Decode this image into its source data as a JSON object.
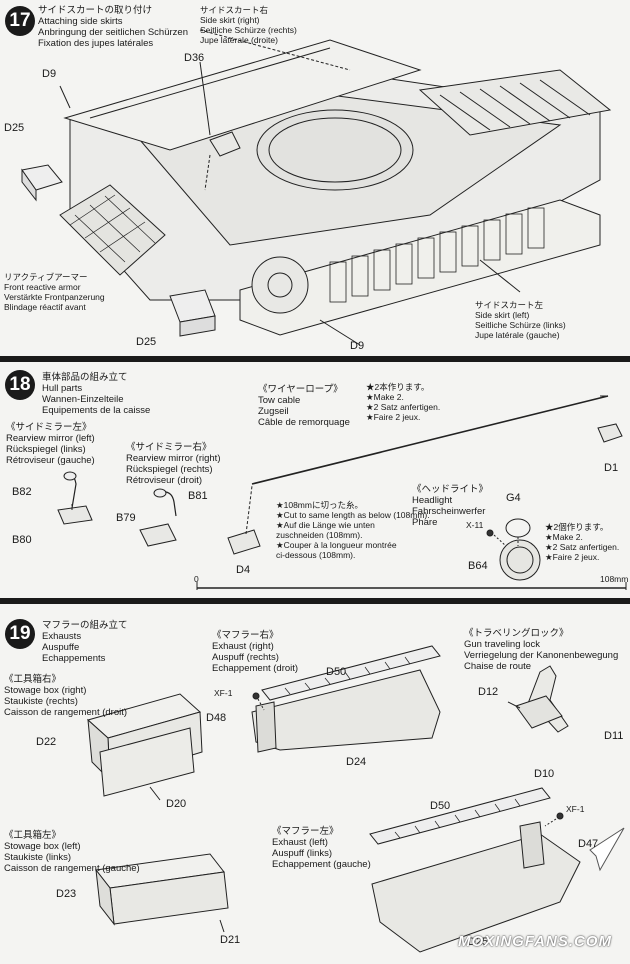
{
  "step17": {
    "number": "17",
    "jp": "サイドスカートの取り付け",
    "en": "Attaching side skirts",
    "de": "Anbringung der seitlichen Schürzen",
    "fr": "Fixation des jupes latérales",
    "right_skirt": {
      "jp": "サイドスカート右",
      "en": "Side skirt (right)",
      "de": "Seitliche Schürze (rechts)",
      "fr": "Jupe latérale (droite)"
    },
    "left_skirt": {
      "jp": "サイドスカート左",
      "en": "Side skirt (left)",
      "de": "Seitliche Schürze (links)",
      "fr": "Jupe latérale (gauche)"
    },
    "front_armor": {
      "jp": "リアクティブアーマー",
      "en": "Front reactive armor",
      "de": "Verstärkte Frontpanzerung",
      "fr": "Blindage réactif avant"
    },
    "parts": {
      "d9a": "D9",
      "d36": "D36",
      "d25a": "D25",
      "d25b": "D25",
      "d9b": "D9"
    }
  },
  "step18": {
    "number": "18",
    "jp": "車体部品の組み立て",
    "en": "Hull parts",
    "de": "Wannen-Einzelteile",
    "fr": "Equipements de la caisse",
    "mirror_left": {
      "jp": "《サイドミラー左》",
      "en": "Rearview mirror (left)",
      "de": "Rückspiegel (links)",
      "fr": "Rétroviseur (gauche)"
    },
    "mirror_right": {
      "jp": "《サイドミラー右》",
      "en": "Rearview mirror (right)",
      "de": "Rückspiegel (rechts)",
      "fr": "Rétroviseur (droit)"
    },
    "wire": {
      "jp": "《ワイヤーロープ》",
      "en": "Tow cable",
      "de": "Zugseil",
      "fr": "Câble de remorquage"
    },
    "make2a": {
      "jp": "★2本作ります。",
      "en": "★Make 2.",
      "de": "★2 Satz anfertigen.",
      "fr": "★Faire 2 jeux."
    },
    "cut": {
      "jp": "★108mmに切った糸。",
      "en": "★Cut to same length as below (108mm).",
      "en2": "",
      "de": "★Auf die Länge wie unten",
      "de2": "zuschneiden (108mm).",
      "fr": "★Couper à la longueur montrée",
      "fr2": "ci-dessous (108mm)."
    },
    "headlight": {
      "jp": "《ヘッドライト》",
      "en": "Headlight",
      "de": "Fahrscheinwerfer",
      "fr": "Phare"
    },
    "make2b": {
      "jp": "★2個作ります。",
      "en": "★Make 2.",
      "de": "★2 Satz anfertigen.",
      "fr": "★Faire 2 jeux."
    },
    "ruler_start": "0",
    "ruler_end": "108mm",
    "parts": {
      "b82": "B82",
      "b80": "B80",
      "b81": "B81",
      "b79": "B79",
      "d4": "D4",
      "d1": "D1",
      "g4": "G4",
      "x11": "X-11",
      "b64": "B64"
    }
  },
  "step19": {
    "number": "19",
    "jp": "マフラーの組み立て",
    "en": "Exhausts",
    "de": "Auspuffe",
    "fr": "Echappements",
    "box_right": {
      "jp": "《工具箱右》",
      "en": "Stowage box (right)",
      "de": "Staukiste (rechts)",
      "fr": "Caisson de rangement (droit)"
    },
    "box_left": {
      "jp": "《工具箱左》",
      "en": "Stowage box (left)",
      "de": "Staukiste (links)",
      "fr": "Caisson de rangement (gauche)"
    },
    "muffler_right": {
      "jp": "《マフラー右》",
      "en": "Exhaust (right)",
      "de": "Auspuff (rechts)",
      "fr": "Echappement (droit)"
    },
    "muffler_left": {
      "jp": "《マフラー左》",
      "en": "Exhaust (left)",
      "de": "Auspuff (links)",
      "fr": "Echappement (gauche)"
    },
    "travel_lock": {
      "jp": "《トラベリングロック》",
      "en": "Gun traveling lock",
      "de": "Verriegelung der Kanonenbewegung",
      "fr": "Chaise de route"
    },
    "parts": {
      "d22": "D22",
      "d20": "D20",
      "d23": "D23",
      "d21": "D21",
      "d50a": "D50",
      "xf1a": "XF-1",
      "d48": "D48",
      "d24": "D24",
      "d12": "D12",
      "d11": "D11",
      "d10": "D10",
      "d50b": "D50",
      "xf1b": "XF-1",
      "d47": "D47",
      "d25": "D25"
    }
  },
  "watermark": "MOXINGFANS.COM"
}
